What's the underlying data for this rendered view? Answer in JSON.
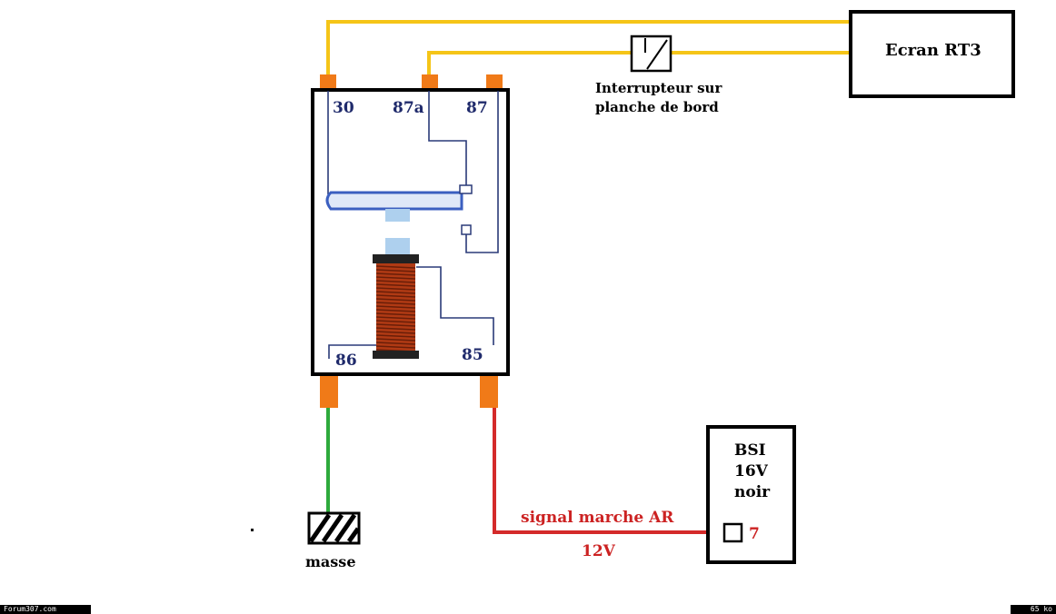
{
  "relay": {
    "pins": {
      "p30": "30",
      "p87a": "87a",
      "p87": "87",
      "p86": "86",
      "p85": "85"
    }
  },
  "ecran": {
    "label": "Ecran RT3"
  },
  "switch": {
    "label_line1": "Interrupteur sur",
    "label_line2": "planche de bord"
  },
  "bsi": {
    "line1": "BSI",
    "line2": "16V",
    "line3": "noir",
    "pin": "7"
  },
  "ground": {
    "label": "masse"
  },
  "signal": {
    "label": "signal marche AR",
    "voltage": "12V"
  },
  "footer": {
    "left": "Forum307.com",
    "right": "65 ko"
  },
  "colors": {
    "yellow_wire": "#f5c518",
    "green_wire": "#2eaa3c",
    "red_wire": "#d42a2a",
    "terminal": "#f07a18",
    "contact": "#3b5fc0",
    "coil": "#b03a14",
    "label_red": "#cc2222",
    "label_navy": "#1f2a6b"
  }
}
